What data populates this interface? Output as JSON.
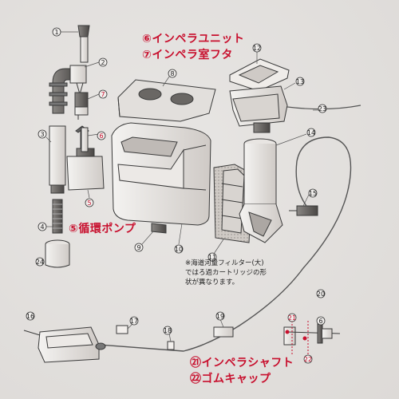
{
  "labels": {
    "impeller_unit": "⑥インペラユニット",
    "impeller_cover": "⑦インペラ室フタ",
    "circulation_pump": "⑤循環ポンプ",
    "impeller_shaft": "㉑インペラシャフト",
    "rubber_cap": "㉒ゴムキャップ"
  },
  "note": {
    "line1": "※海道河量フィルター(大)",
    "line2": "ではろ過カートリッジの形",
    "line3": "状が異なります。"
  },
  "part_numbers": {
    "p1": "1",
    "p2": "2",
    "p3": "3",
    "p4": "4",
    "p5": "5",
    "p6": "6",
    "p7": "7",
    "p8": "8",
    "p9": "9",
    "p10": "10",
    "p11": "11",
    "p12": "12",
    "p13": "13",
    "p14": "14",
    "p15": "15",
    "p16": "16",
    "p17": "17",
    "p18": "18",
    "p19": "19",
    "p20": "20",
    "p21": "21",
    "p22": "22",
    "p23": "23",
    "p24": "24"
  },
  "colors": {
    "callout": "#c8102e",
    "line": "#3a3a3a",
    "background": "#e3e1df"
  }
}
